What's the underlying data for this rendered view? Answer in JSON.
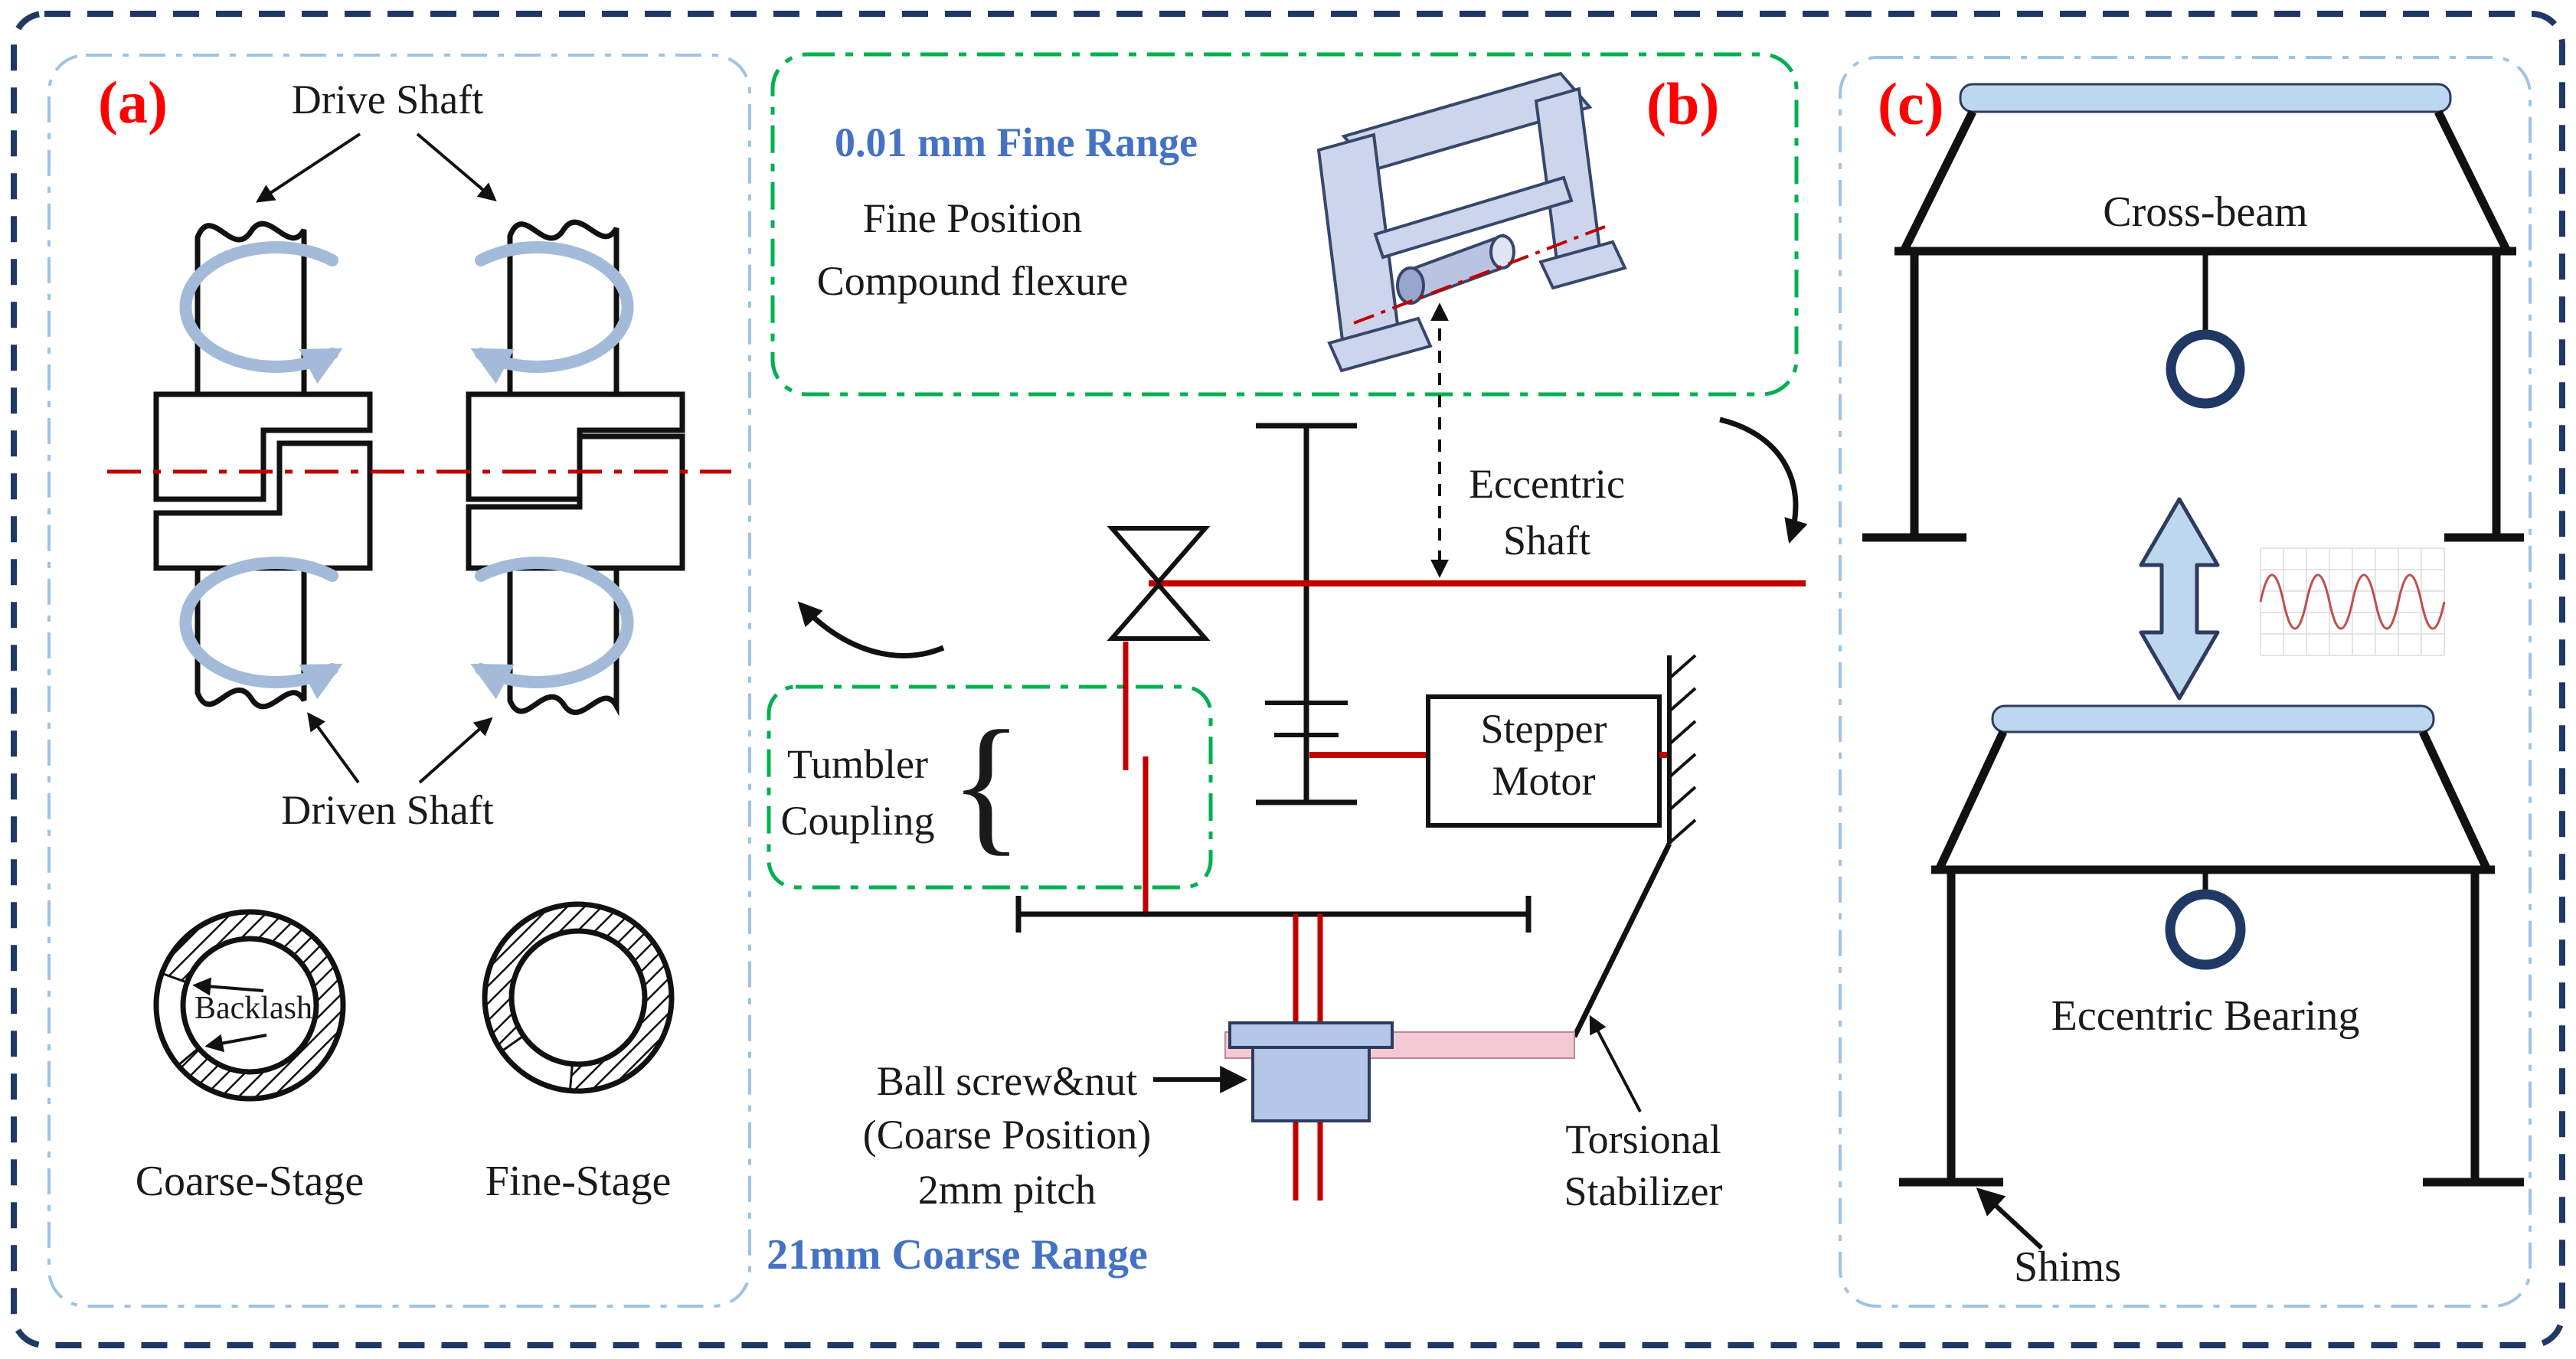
{
  "colors": {
    "panel_label_red": "#FF0000",
    "accent_blue_text": "#4472C4",
    "green_dashed_border": "#00B050",
    "mechanism_red": "#C00000",
    "navy_border": "#1F3864",
    "light_blue_fill": "#BDD7EE"
  },
  "panel_a": {
    "label": "(a)",
    "drive_shaft": "Drive Shaft",
    "driven_shaft": "Driven Shaft",
    "backlash": "Backlash",
    "coarse_stage": "Coarse-Stage",
    "fine_stage": "Fine-Stage"
  },
  "panel_b": {
    "label": "(b)",
    "fine_range": "0.01 mm Fine Range",
    "fine_position_line1": "Fine Position",
    "fine_position_line2": "Compound flexure",
    "eccentric_shaft_line1": "Eccentric",
    "eccentric_shaft_line2": "Shaft",
    "tumbler_line1": "Tumbler",
    "tumbler_line2": "Coupling",
    "brace": "{",
    "stepper_line1": "Stepper",
    "stepper_line2": "Motor",
    "ball_screw_line1": "Ball screw&nut",
    "ball_screw_line2": "(Coarse Position)",
    "ball_screw_line3": "2mm pitch",
    "coarse_range": "21mm Coarse Range",
    "torsional_line1": "Torsional",
    "torsional_line2": "Stabilizer"
  },
  "panel_c": {
    "label": "(c)",
    "cross_beam": "Cross-beam",
    "eccentric_bearing": "Eccentric Bearing",
    "shims": "Shims"
  }
}
